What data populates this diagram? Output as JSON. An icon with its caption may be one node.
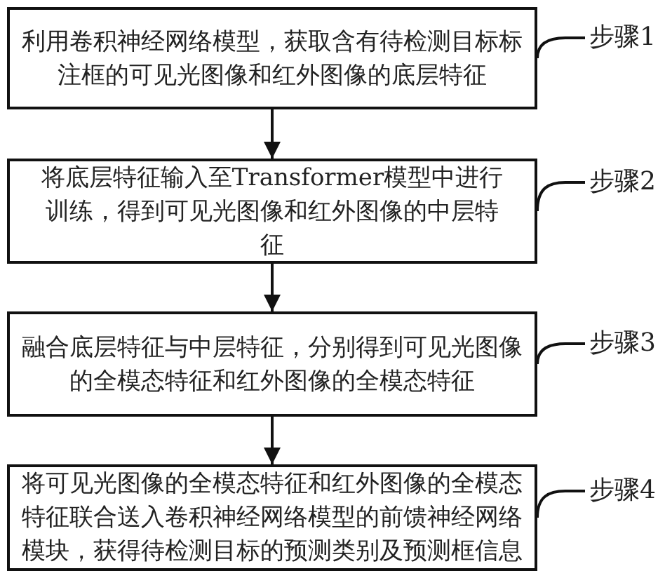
{
  "diagram": {
    "nodes": [
      {
        "text": [
          "利用卷积神经网络模型，获取含有待检测目标标注框的可见光图像和红外图像的底层特征"
        ]
      },
      {
        "text": [
          "将底层特征输入至Transformer模型中进行训练，得到可见光图像和红外图像的中层特征"
        ]
      },
      {
        "text": [
          "融合底层特征与中层特征，分别得到可见光图像的全模态特征和红外图像的全模态特征"
        ]
      },
      {
        "text": [
          "将可见光图像的全模态特征和红外图像的全模态特征联合送入卷积神经网络模型的前馈神经网络模块，获得待检测目标的预测类别及预测框信息"
        ]
      },
      {
        "text": [
          "步骤1"
        ]
      },
      {
        "text": [
          "步骤2"
        ]
      },
      {
        "text": [
          "步骤3"
        ]
      },
      {
        "text": [
          "步骤4"
        ]
      }
    ],
    "edges": [
      {
        "from": 0,
        "to": 1,
        "arrow": "to"
      },
      {
        "from": 1,
        "to": 2,
        "arrow": "to"
      },
      {
        "from": 2,
        "to": 3,
        "arrow": "to"
      },
      {
        "from": 4,
        "to": 0,
        "arrow": "none"
      },
      {
        "from": 5,
        "to": 1,
        "arrow": "none"
      },
      {
        "from": 6,
        "to": 2,
        "arrow": "none"
      },
      {
        "from": 7,
        "to": 3,
        "arrow": "none"
      }
    ]
  }
}
